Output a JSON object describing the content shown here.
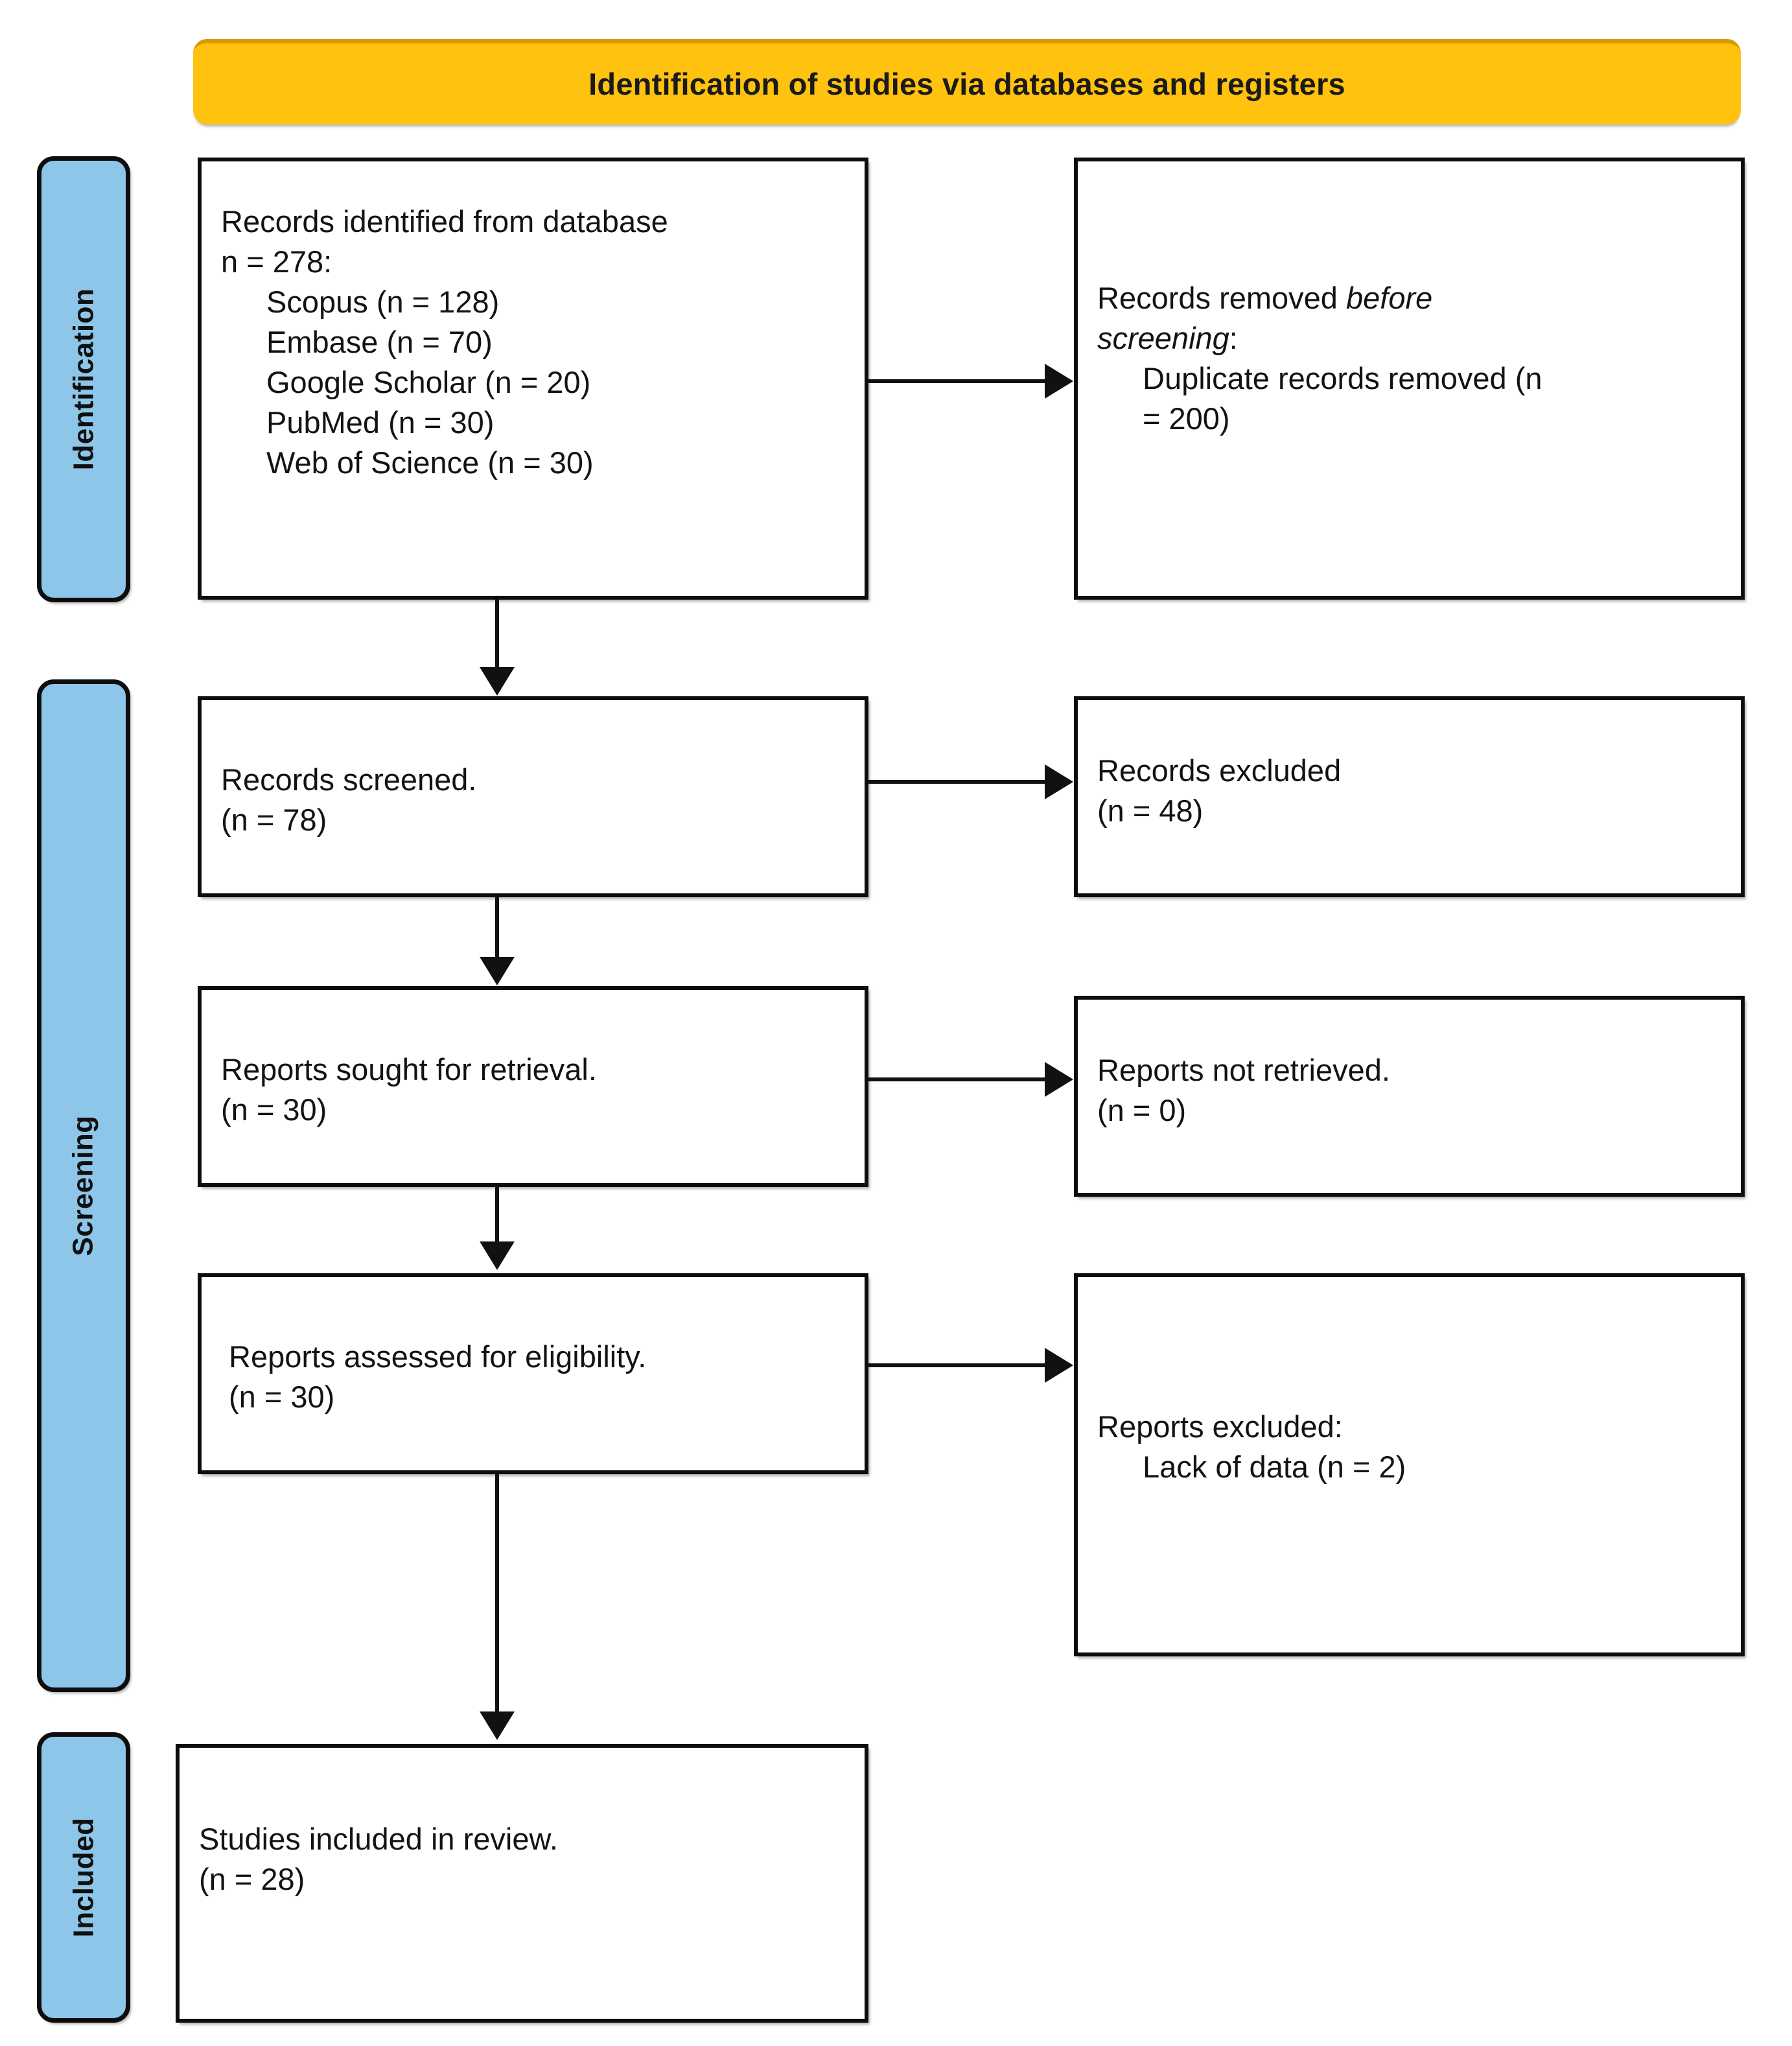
{
  "header": {
    "title": "Identification of studies via databases and registers",
    "accent_color": "#ffc20e",
    "accent_edge_color": "#d99a00"
  },
  "stages": {
    "color": "#8ec6ea",
    "items": [
      {
        "key": "identification",
        "label": "Identification"
      },
      {
        "key": "screening",
        "label": "Screening"
      },
      {
        "key": "included",
        "label": "Included"
      }
    ]
  },
  "boxes": {
    "identified": {
      "lines": [
        {
          "text": "Records identified from database",
          "indent": false
        },
        {
          "text": "n = 278:",
          "indent": false
        },
        {
          "text": "Scopus (n = 128)",
          "indent": true
        },
        {
          "text": "Embase (n = 70)",
          "indent": true
        },
        {
          "text": "Google Scholar (n = 20)",
          "indent": true
        },
        {
          "text": "PubMed (n = 30)",
          "indent": true
        },
        {
          "text": "Web of Science (n = 30)",
          "indent": true
        }
      ]
    },
    "removed": {
      "lines": [
        {
          "text": "Records removed ",
          "italic_suffix": "before",
          "indent": false
        },
        {
          "text": "screening",
          "italic": true,
          "suffix": ":",
          "indent": false
        },
        {
          "text": "Duplicate records removed (n",
          "indent": true
        },
        {
          "text": "= 200)",
          "indent": true
        }
      ],
      "line1_prefix": "Records removed ",
      "line1_italic": "before",
      "line2_italic": "screening",
      "line2_suffix": ":",
      "line3": "Duplicate records removed (n",
      "line4": "= 200)"
    },
    "screened": {
      "lines": [
        {
          "text": "Records screened.",
          "indent": false
        },
        {
          "text": "(n = 78)",
          "indent": false
        }
      ]
    },
    "excluded_records": {
      "lines": [
        {
          "text": "Records excluded",
          "indent": false
        },
        {
          "text": "(n = 48)",
          "indent": false
        }
      ]
    },
    "sought": {
      "lines": [
        {
          "text": "Reports sought for retrieval.",
          "indent": false
        },
        {
          "text": "(n = 30)",
          "indent": false
        }
      ]
    },
    "not_retrieved": {
      "lines": [
        {
          "text": "Reports not retrieved.",
          "indent": false
        },
        {
          "text": "(n = 0)",
          "indent": false
        }
      ]
    },
    "assessed": {
      "lines": [
        {
          "text": "Reports assessed for eligibility.",
          "indent": false
        },
        {
          "text": "(n = 30)",
          "indent": false
        }
      ]
    },
    "reports_excluded": {
      "lines": [
        {
          "text": "Reports excluded:",
          "indent": false
        },
        {
          "text": "Lack of data (n = 2)",
          "indent": true
        }
      ]
    },
    "included": {
      "lines": [
        {
          "text": "Studies included in review.",
          "indent": false
        },
        {
          "text": "(n = 28)",
          "indent": false
        }
      ]
    }
  },
  "chart_data": {
    "type": "diagram",
    "title": "Identification of studies via databases and registers",
    "nodes": [
      {
        "id": "identified",
        "stage": "Identification",
        "label": "Records identified from database",
        "n": 278,
        "breakdown": [
          {
            "source": "Scopus",
            "n": 128
          },
          {
            "source": "Embase",
            "n": 70
          },
          {
            "source": "Google Scholar",
            "n": 20
          },
          {
            "source": "PubMed",
            "n": 30
          },
          {
            "source": "Web of Science",
            "n": 30
          }
        ]
      },
      {
        "id": "removed",
        "stage": "Identification",
        "label": "Records removed before screening",
        "breakdown": [
          {
            "source": "Duplicate records removed",
            "n": 200
          }
        ]
      },
      {
        "id": "screened",
        "stage": "Screening",
        "label": "Records screened.",
        "n": 78
      },
      {
        "id": "excluded_records",
        "stage": "Screening",
        "label": "Records excluded",
        "n": 48
      },
      {
        "id": "sought",
        "stage": "Screening",
        "label": "Reports sought for retrieval.",
        "n": 30
      },
      {
        "id": "not_retrieved",
        "stage": "Screening",
        "label": "Reports not retrieved.",
        "n": 0
      },
      {
        "id": "assessed",
        "stage": "Screening",
        "label": "Reports assessed for eligibility.",
        "n": 30
      },
      {
        "id": "reports_excluded",
        "stage": "Screening",
        "label": "Reports excluded:",
        "breakdown": [
          {
            "source": "Lack of data",
            "n": 2
          }
        ]
      },
      {
        "id": "included",
        "stage": "Included",
        "label": "Studies included in review.",
        "n": 28
      }
    ],
    "edges": [
      {
        "from": "identified",
        "to": "removed",
        "direction": "right"
      },
      {
        "from": "identified",
        "to": "screened",
        "direction": "down"
      },
      {
        "from": "screened",
        "to": "excluded_records",
        "direction": "right"
      },
      {
        "from": "screened",
        "to": "sought",
        "direction": "down"
      },
      {
        "from": "sought",
        "to": "not_retrieved",
        "direction": "right"
      },
      {
        "from": "sought",
        "to": "assessed",
        "direction": "down"
      },
      {
        "from": "assessed",
        "to": "reports_excluded",
        "direction": "right"
      },
      {
        "from": "assessed",
        "to": "included",
        "direction": "down"
      }
    ]
  }
}
